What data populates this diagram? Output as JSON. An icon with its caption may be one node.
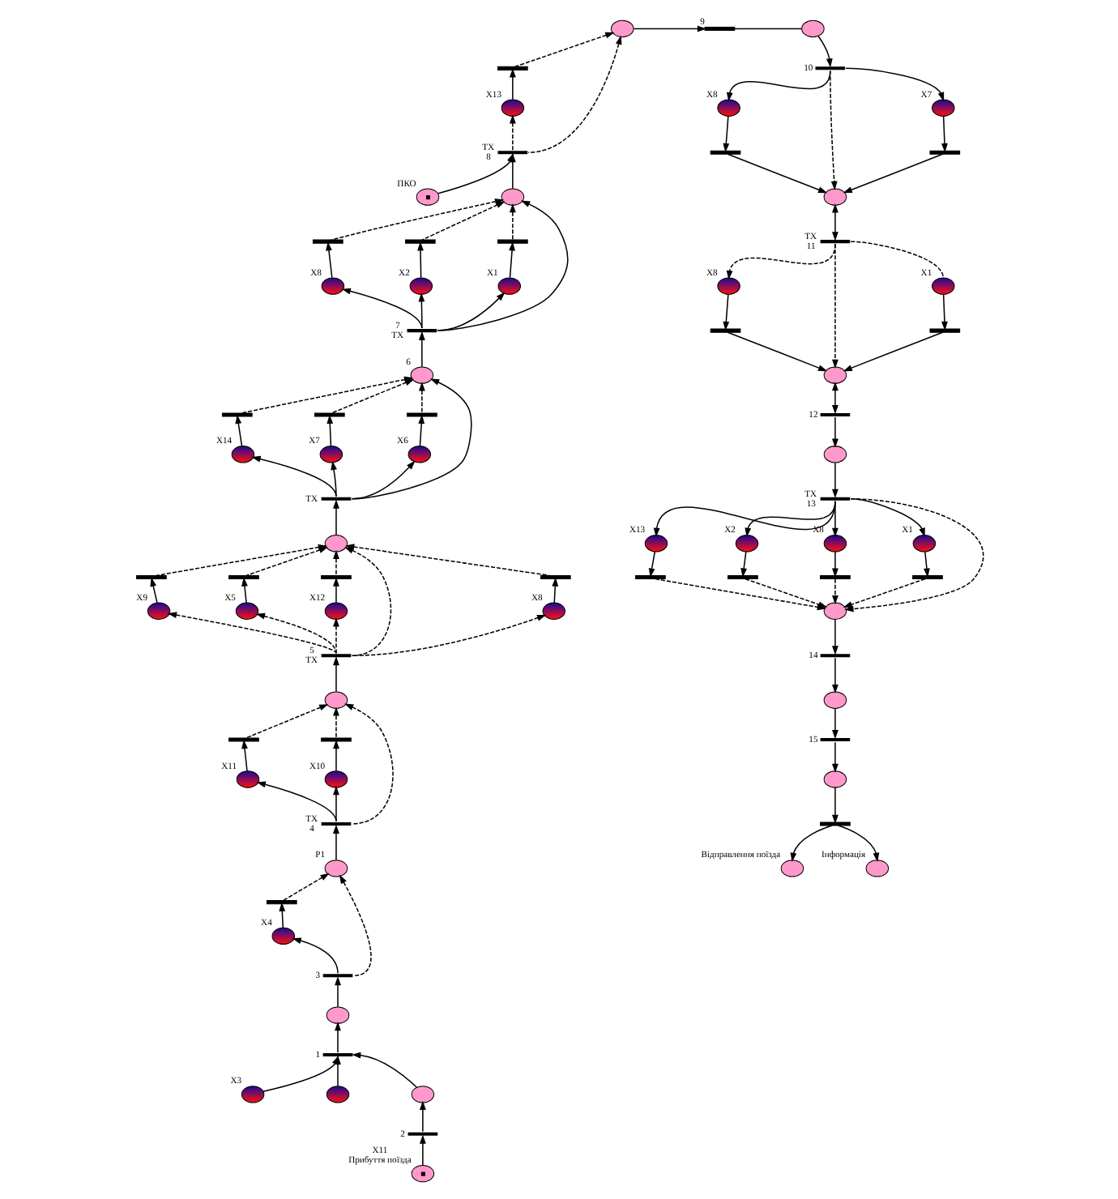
{
  "diagram": {
    "nodes": [
      {
        "text": [],
        "shape": "bar"
      },
      {
        "text": [],
        "shape": "circle"
      },
      {
        "text": [],
        "shape": "bar",
        "beside": [
          "9"
        ]
      },
      {
        "text": [],
        "shape": "circle"
      },
      {
        "text": [],
        "shape": "circle",
        "beside": [
          "X13"
        ]
      },
      {
        "text": [],
        "shape": "bar",
        "beside": [
          "10"
        ]
      },
      {
        "text": [],
        "shape": "circle",
        "beside": [
          "X8"
        ]
      },
      {
        "text": [],
        "shape": "circle"
      },
      {
        "text": [],
        "shape": "circle",
        "beside": [
          "X7"
        ]
      },
      {
        "text": [],
        "shape": "bar"
      },
      {
        "text": [],
        "shape": "bar"
      },
      {
        "text": [],
        "shape": "bar",
        "beside": [
          "TX",
          "8"
        ]
      },
      {
        "text": [],
        "shape": "circle",
        "beside": [
          "X8"
        ]
      },
      {
        "text": [],
        "shape": "circle",
        "beside": [
          "ПКО"
        ]
      },
      {
        "text": [],
        "shape": "circle"
      },
      {
        "text": [],
        "shape": "circle",
        "beside": [
          "X2"
        ]
      },
      {
        "text": [],
        "shape": "circle",
        "beside": [
          "X1"
        ]
      },
      {
        "text": [],
        "shape": "bar"
      },
      {
        "text": [],
        "shape": "bar"
      },
      {
        "text": [],
        "shape": "bar"
      },
      {
        "text": [],
        "shape": "bar",
        "beside": [
          "TX",
          "11"
        ]
      },
      {
        "text": [],
        "shape": "circle",
        "beside": [
          "X8"
        ]
      },
      {
        "text": [],
        "shape": "circle"
      },
      {
        "text": [],
        "shape": "circle",
        "beside": [
          "X1"
        ]
      },
      {
        "text": [],
        "shape": "bar"
      },
      {
        "text": [],
        "shape": "bar"
      },
      {
        "text": [],
        "shape": "circle",
        "beside": [
          "X14"
        ]
      },
      {
        "text": [],
        "shape": "bar"
      },
      {
        "text": [],
        "shape": "circle",
        "beside": [
          "X7"
        ]
      },
      {
        "text": [],
        "shape": "bar"
      },
      {
        "text": [],
        "shape": "circle",
        "beside": [
          "X6"
        ]
      },
      {
        "text": [],
        "shape": "bar"
      },
      {
        "text": [],
        "shape": "bar",
        "beside": [
          "7",
          "TX"
        ]
      },
      {
        "text": [],
        "shape": "circle",
        "beside": [
          "6"
        ]
      },
      {
        "text": [],
        "shape": "bar",
        "beside": [
          "TX"
        ]
      },
      {
        "text": [],
        "shape": "bar",
        "beside": [
          "12"
        ]
      },
      {
        "text": [],
        "shape": "circle"
      },
      {
        "text": [],
        "shape": "circle",
        "beside": [
          "X13"
        ]
      },
      {
        "text": [],
        "shape": "bar"
      },
      {
        "text": [],
        "shape": "bar",
        "beside": [
          "TX",
          "13"
        ]
      },
      {
        "text": [],
        "shape": "circle",
        "beside": [
          "X2"
        ]
      },
      {
        "text": [],
        "shape": "bar"
      },
      {
        "text": [],
        "shape": "circle",
        "beside": [
          "X8"
        ]
      },
      {
        "text": [],
        "shape": "bar"
      },
      {
        "text": [],
        "shape": "circle",
        "beside": [
          "X1"
        ]
      },
      {
        "text": [],
        "shape": "bar"
      },
      {
        "text": [],
        "shape": "circle"
      },
      {
        "text": [],
        "shape": "bar",
        "beside": [
          "14"
        ]
      },
      {
        "text": [],
        "shape": "circle"
      },
      {
        "text": [],
        "shape": "bar",
        "beside": [
          "15"
        ]
      },
      {
        "text": [],
        "shape": "circle"
      },
      {
        "text": [],
        "shape": "bar"
      },
      {
        "text": [],
        "shape": "circle",
        "beside": [
          "Відправлення поїзда"
        ]
      },
      {
        "text": [],
        "shape": "circle",
        "beside": [
          "Інформація"
        ]
      },
      {
        "text": [],
        "shape": "circle"
      },
      {
        "text": [],
        "shape": "circle",
        "beside": [
          "X9"
        ]
      },
      {
        "text": [],
        "shape": "bar"
      },
      {
        "text": [],
        "shape": "circle",
        "beside": [
          "X5"
        ]
      },
      {
        "text": [],
        "shape": "bar"
      },
      {
        "text": [],
        "shape": "circle",
        "beside": [
          "X12"
        ]
      },
      {
        "text": [],
        "shape": "bar"
      },
      {
        "text": [],
        "shape": "bar",
        "beside": [
          "5",
          "TX"
        ]
      },
      {
        "text": [],
        "shape": "circle",
        "beside": [
          "X8"
        ]
      },
      {
        "text": [],
        "shape": "bar"
      },
      {
        "text": [],
        "shape": "circle"
      },
      {
        "text": [],
        "shape": "circle",
        "beside": [
          "X11"
        ]
      },
      {
        "text": [],
        "shape": "bar"
      },
      {
        "text": [],
        "shape": "circle",
        "beside": [
          "X10"
        ]
      },
      {
        "text": [],
        "shape": "bar"
      },
      {
        "text": [],
        "shape": "bar",
        "beside": [
          "TX",
          "4"
        ]
      },
      {
        "text": [],
        "shape": "circle",
        "beside": [
          "P1"
        ]
      },
      {
        "text": [],
        "shape": "circle",
        "beside": [
          "X4"
        ]
      },
      {
        "text": [],
        "shape": "bar"
      },
      {
        "text": [],
        "shape": "bar",
        "beside": [
          "3"
        ]
      },
      {
        "text": [],
        "shape": "circle"
      },
      {
        "text": [],
        "shape": "bar",
        "beside": [
          "1"
        ]
      },
      {
        "text": [],
        "shape": "circle",
        "beside": [
          "X3"
        ]
      },
      {
        "text": [],
        "shape": "circle"
      },
      {
        "text": [],
        "shape": "circle"
      },
      {
        "text": [],
        "shape": "bar",
        "beside": [
          "2"
        ]
      },
      {
        "text": [],
        "shape": "circle",
        "beside": [
          "X11",
          "Прибуття поїзда"
        ]
      }
    ],
    "edges": [
      {
        "from": 4,
        "to": 0,
        "arrow": "to"
      },
      {
        "from": 0,
        "to": 1,
        "arrow": "to",
        "style": "dashed"
      },
      {
        "from": 11,
        "to": 1,
        "arrow": "to",
        "style": "dashed"
      },
      {
        "from": 11,
        "to": 4,
        "arrow": "to",
        "style": "dashed"
      },
      {
        "from": 1,
        "to": 2,
        "arrow": "to"
      },
      {
        "from": 2,
        "to": 3,
        "arrow": "none"
      },
      {
        "from": 3,
        "to": 5,
        "arrow": "to"
      },
      {
        "from": 5,
        "to": 6,
        "arrow": "to"
      },
      {
        "from": 5,
        "to": 7,
        "arrow": "to",
        "style": "dashed"
      },
      {
        "from": 5,
        "to": 8,
        "arrow": "to"
      },
      {
        "from": 6,
        "to": 9,
        "arrow": "to"
      },
      {
        "from": 8,
        "to": 10,
        "arrow": "to"
      },
      {
        "from": 9,
        "to": 7,
        "arrow": "to"
      },
      {
        "from": 10,
        "to": 7,
        "arrow": "to"
      },
      {
        "from": 13,
        "to": 11,
        "arrow": "to"
      },
      {
        "from": 14,
        "to": 11,
        "arrow": "to"
      },
      {
        "from": 12,
        "to": 17,
        "arrow": "to"
      },
      {
        "from": 15,
        "to": 18,
        "arrow": "to"
      },
      {
        "from": 16,
        "to": 19,
        "arrow": "to"
      },
      {
        "from": 17,
        "to": 14,
        "arrow": "to",
        "style": "dashed"
      },
      {
        "from": 18,
        "to": 14,
        "arrow": "to",
        "style": "dashed"
      },
      {
        "from": 19,
        "to": 14,
        "arrow": "to",
        "style": "dashed"
      },
      {
        "from": 7,
        "to": 20,
        "arrow": "both"
      },
      {
        "from": 20,
        "to": 21,
        "arrow": "to",
        "style": "dashed"
      },
      {
        "from": 20,
        "to": 22,
        "arrow": "to",
        "style": "dashed"
      },
      {
        "from": 20,
        "to": 23,
        "arrow": "none",
        "style": "dashed"
      },
      {
        "from": 21,
        "to": 24,
        "arrow": "to"
      },
      {
        "from": 23,
        "to": 25,
        "arrow": "to"
      },
      {
        "from": 24,
        "to": 22,
        "arrow": "to"
      },
      {
        "from": 25,
        "to": 22,
        "arrow": "to"
      },
      {
        "from": 26,
        "to": 27,
        "arrow": "to"
      },
      {
        "from": 28,
        "to": 29,
        "arrow": "to"
      },
      {
        "from": 30,
        "to": 31,
        "arrow": "to"
      },
      {
        "from": 27,
        "to": 33,
        "arrow": "to",
        "style": "dashed"
      },
      {
        "from": 29,
        "to": 33,
        "arrow": "to",
        "style": "dashed"
      },
      {
        "from": 31,
        "to": 33,
        "arrow": "to",
        "style": "dashed"
      },
      {
        "from": 32,
        "to": 14,
        "arrow": "to"
      },
      {
        "from": 32,
        "to": 12,
        "arrow": "to"
      },
      {
        "from": 32,
        "to": 15,
        "arrow": "to"
      },
      {
        "from": 32,
        "to": 16,
        "arrow": "to"
      },
      {
        "from": 33,
        "to": 32,
        "arrow": "to"
      },
      {
        "from": 34,
        "to": 33,
        "arrow": "to"
      },
      {
        "from": 34,
        "to": 26,
        "arrow": "to"
      },
      {
        "from": 34,
        "to": 28,
        "arrow": "to"
      },
      {
        "from": 34,
        "to": 30,
        "arrow": "to"
      },
      {
        "from": 22,
        "to": 35,
        "arrow": "both"
      },
      {
        "from": 35,
        "to": 36,
        "arrow": "to"
      },
      {
        "from": 36,
        "to": 39,
        "arrow": "to"
      },
      {
        "from": 39,
        "to": 37,
        "arrow": "to"
      },
      {
        "from": 39,
        "to": 40,
        "arrow": "to"
      },
      {
        "from": 39,
        "to": 42,
        "arrow": "to"
      },
      {
        "from": 39,
        "to": 44,
        "arrow": "to"
      },
      {
        "from": 39,
        "to": 46,
        "arrow": "to",
        "style": "dashed"
      },
      {
        "from": 37,
        "to": 38,
        "arrow": "to"
      },
      {
        "from": 40,
        "to": 41,
        "arrow": "to"
      },
      {
        "from": 42,
        "to": 43,
        "arrow": "to"
      },
      {
        "from": 44,
        "to": 45,
        "arrow": "to"
      },
      {
        "from": 38,
        "to": 46,
        "arrow": "to",
        "style": "dashed"
      },
      {
        "from": 41,
        "to": 46,
        "arrow": "to",
        "style": "dashed"
      },
      {
        "from": 43,
        "to": 46,
        "arrow": "to",
        "style": "dashed"
      },
      {
        "from": 45,
        "to": 46,
        "arrow": "to",
        "style": "dashed"
      },
      {
        "from": 46,
        "to": 47,
        "arrow": "to"
      },
      {
        "from": 47,
        "to": 48,
        "arrow": "to"
      },
      {
        "from": 48,
        "to": 49,
        "arrow": "to"
      },
      {
        "from": 49,
        "to": 50,
        "arrow": "to"
      },
      {
        "from": 50,
        "to": 51,
        "arrow": "to"
      },
      {
        "from": 51,
        "to": 52,
        "arrow": "to"
      },
      {
        "from": 51,
        "to": 53,
        "arrow": "to"
      },
      {
        "from": 54,
        "to": 34,
        "arrow": "to"
      },
      {
        "from": 61,
        "to": 54,
        "arrow": "to",
        "style": "dashed"
      },
      {
        "from": 61,
        "to": 55,
        "arrow": "to",
        "style": "dashed"
      },
      {
        "from": 61,
        "to": 57,
        "arrow": "to",
        "style": "dashed"
      },
      {
        "from": 61,
        "to": 59,
        "arrow": "to",
        "style": "dashed"
      },
      {
        "from": 61,
        "to": 62,
        "arrow": "to",
        "style": "dashed"
      },
      {
        "from": 55,
        "to": 56,
        "arrow": "to"
      },
      {
        "from": 57,
        "to": 58,
        "arrow": "to"
      },
      {
        "from": 59,
        "to": 60,
        "arrow": "to"
      },
      {
        "from": 62,
        "to": 63,
        "arrow": "to"
      },
      {
        "from": 56,
        "to": 54,
        "arrow": "to",
        "style": "dashed"
      },
      {
        "from": 58,
        "to": 54,
        "arrow": "to",
        "style": "dashed"
      },
      {
        "from": 60,
        "to": 54,
        "arrow": "to",
        "style": "dashed"
      },
      {
        "from": 63,
        "to": 54,
        "arrow": "to",
        "style": "dashed"
      },
      {
        "from": 64,
        "to": 61,
        "arrow": "to"
      },
      {
        "from": 69,
        "to": 64,
        "arrow": "to",
        "style": "dashed"
      },
      {
        "from": 69,
        "to": 65,
        "arrow": "to"
      },
      {
        "from": 69,
        "to": 67,
        "arrow": "to"
      },
      {
        "from": 65,
        "to": 66,
        "arrow": "to"
      },
      {
        "from": 67,
        "to": 68,
        "arrow": "to"
      },
      {
        "from": 66,
        "to": 64,
        "arrow": "to",
        "style": "dashed"
      },
      {
        "from": 68,
        "to": 64,
        "arrow": "to",
        "style": "dashed"
      },
      {
        "from": 70,
        "to": 69,
        "arrow": "to"
      },
      {
        "from": 73,
        "to": 71,
        "arrow": "to"
      },
      {
        "from": 73,
        "to": 70,
        "arrow": "to",
        "style": "dashed"
      },
      {
        "from": 71,
        "to": 72,
        "arrow": "to"
      },
      {
        "from": 72,
        "to": 70,
        "arrow": "to",
        "style": "dashed"
      },
      {
        "from": 74,
        "to": 73,
        "arrow": "to"
      },
      {
        "from": 75,
        "to": 74,
        "arrow": "to"
      },
      {
        "from": 76,
        "to": 75,
        "arrow": "to"
      },
      {
        "from": 77,
        "to": 75,
        "arrow": "to"
      },
      {
        "from": 78,
        "to": 75,
        "arrow": "to"
      },
      {
        "from": 79,
        "to": 78,
        "arrow": "to"
      },
      {
        "from": 80,
        "to": 79,
        "arrow": "to"
      }
    ]
  }
}
